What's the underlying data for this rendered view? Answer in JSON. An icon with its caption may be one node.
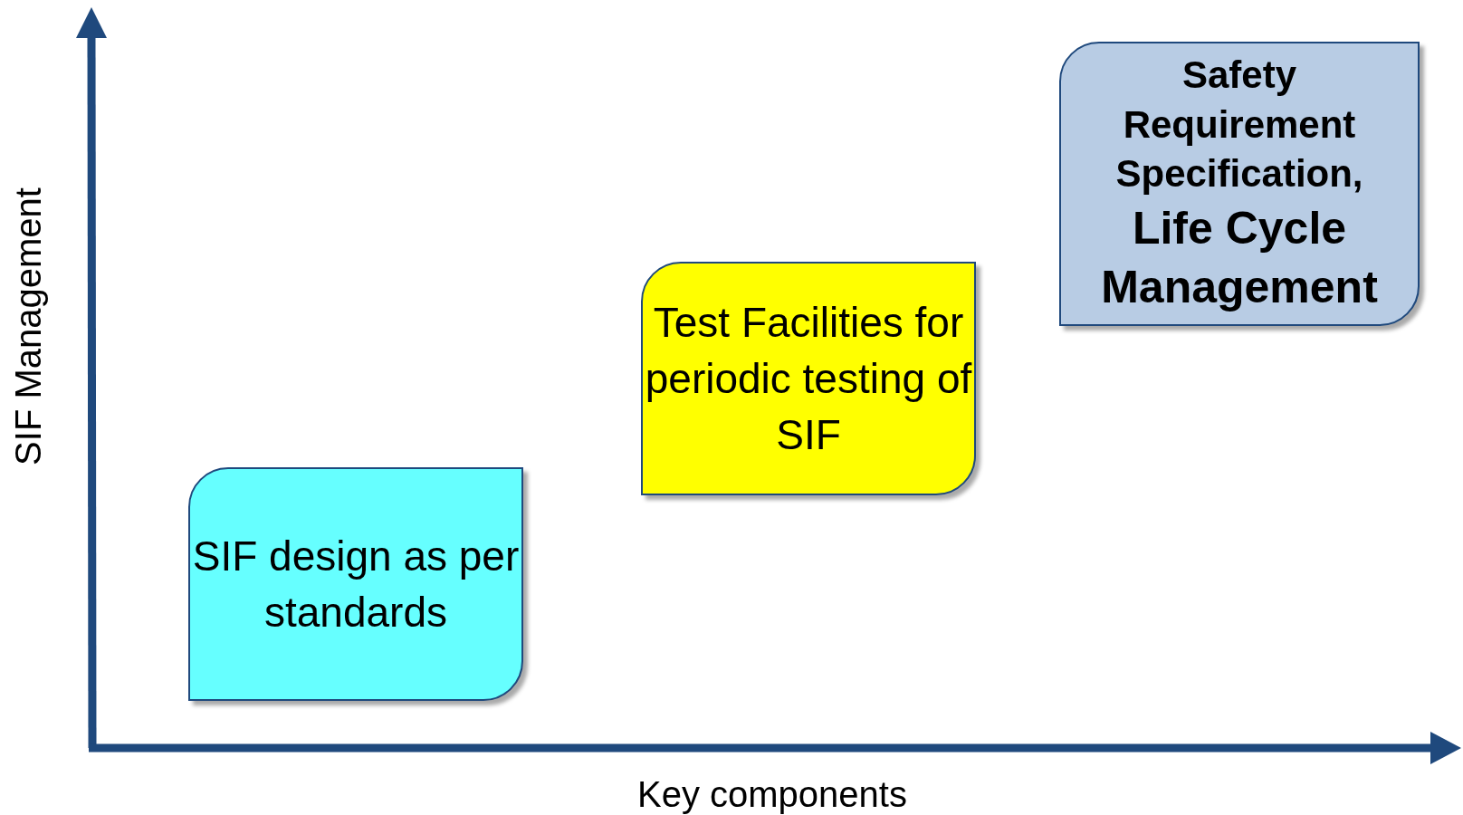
{
  "diagram": {
    "nodes": [
      {
        "text": [
          "SIF design as per standards"
        ]
      },
      {
        "text": [
          "Test Facilities for periodic testing of SIF"
        ]
      },
      {
        "text": [
          "Safety Requirement Specification,",
          "Life Cycle Management"
        ]
      }
    ],
    "labels": [
      "SIF Management",
      "Key components"
    ]
  }
}
